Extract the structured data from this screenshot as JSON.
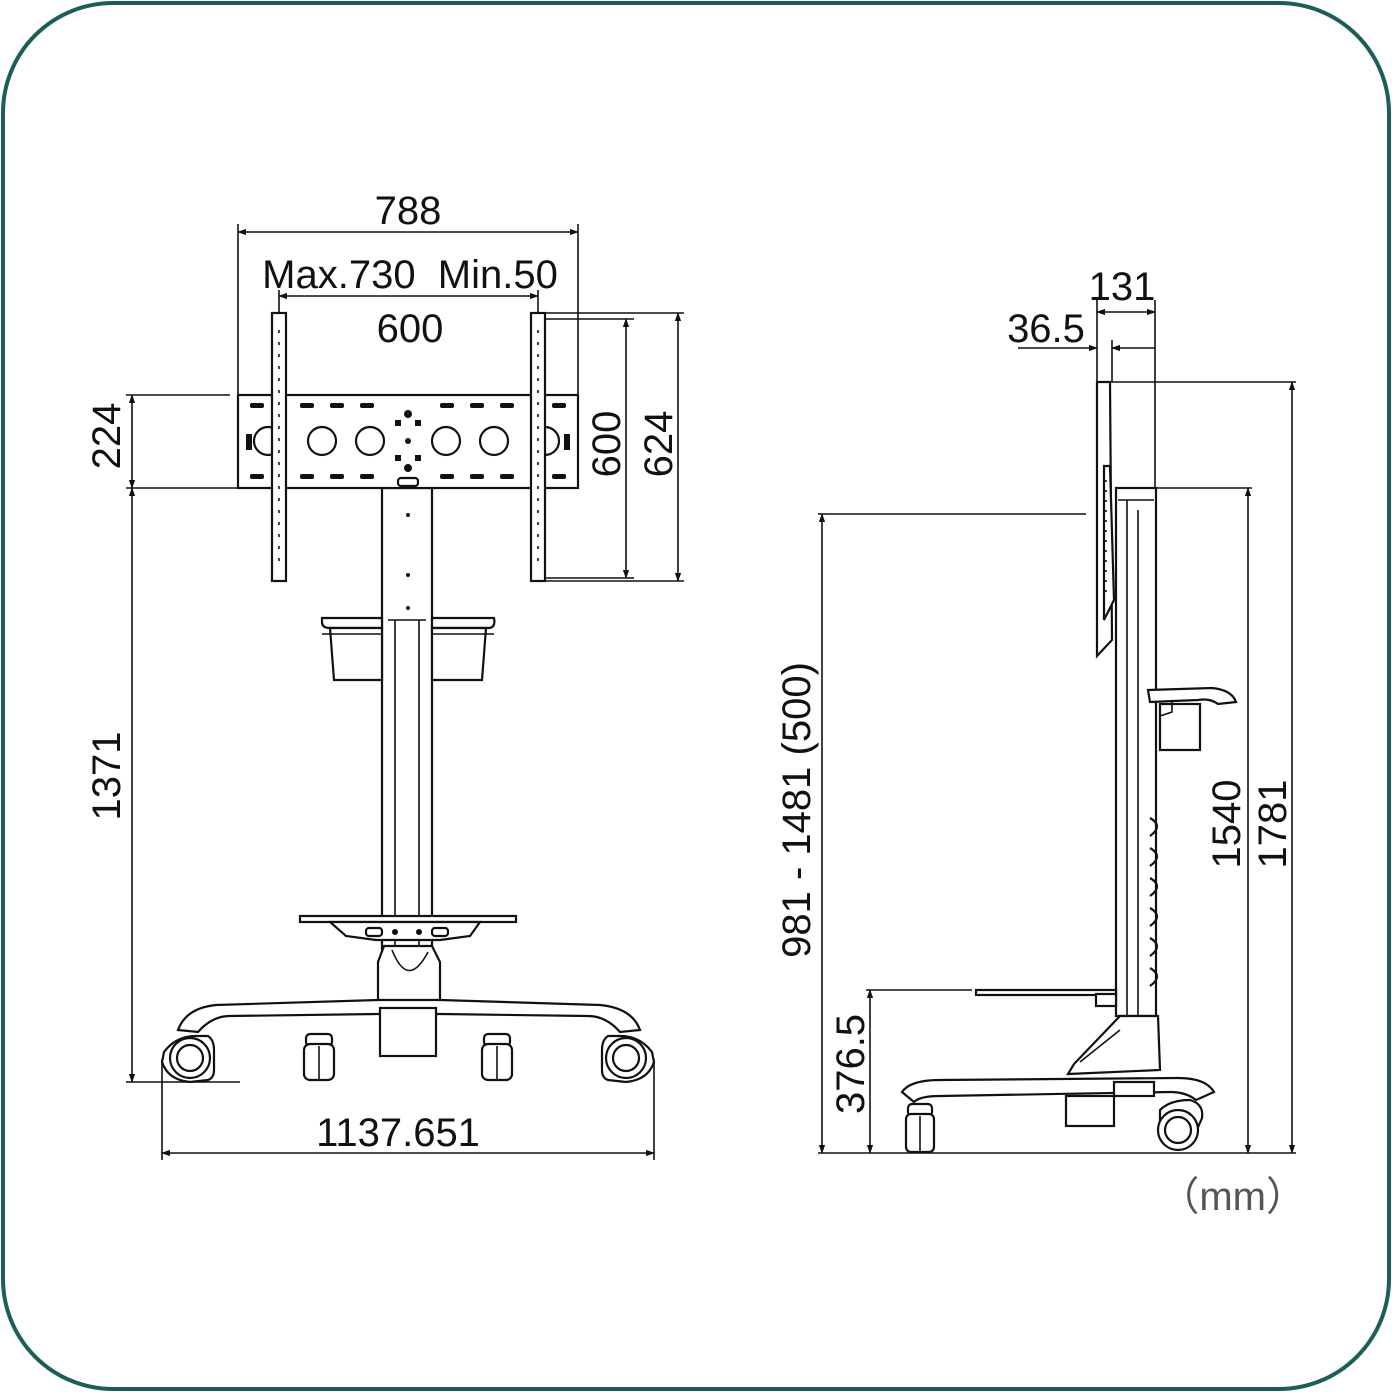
{
  "frame": {
    "border_color": "#1e5e58"
  },
  "front_view": {
    "overall_width": "788",
    "adjust_range": "Max.730  Min.50",
    "bracket_spacing": "600",
    "plate_height": "224",
    "bracket_height": "600",
    "total_bracket_height": "624",
    "plate_bottom_height": "1371",
    "base_width": "1137.651"
  },
  "side_view": {
    "depth": "131",
    "offset": "36.5",
    "center_height_range": "981 - 1481 (500)",
    "shelf_height": "376.5",
    "column_height": "1540",
    "total_height": "1781"
  },
  "unit_label": "（mm）"
}
